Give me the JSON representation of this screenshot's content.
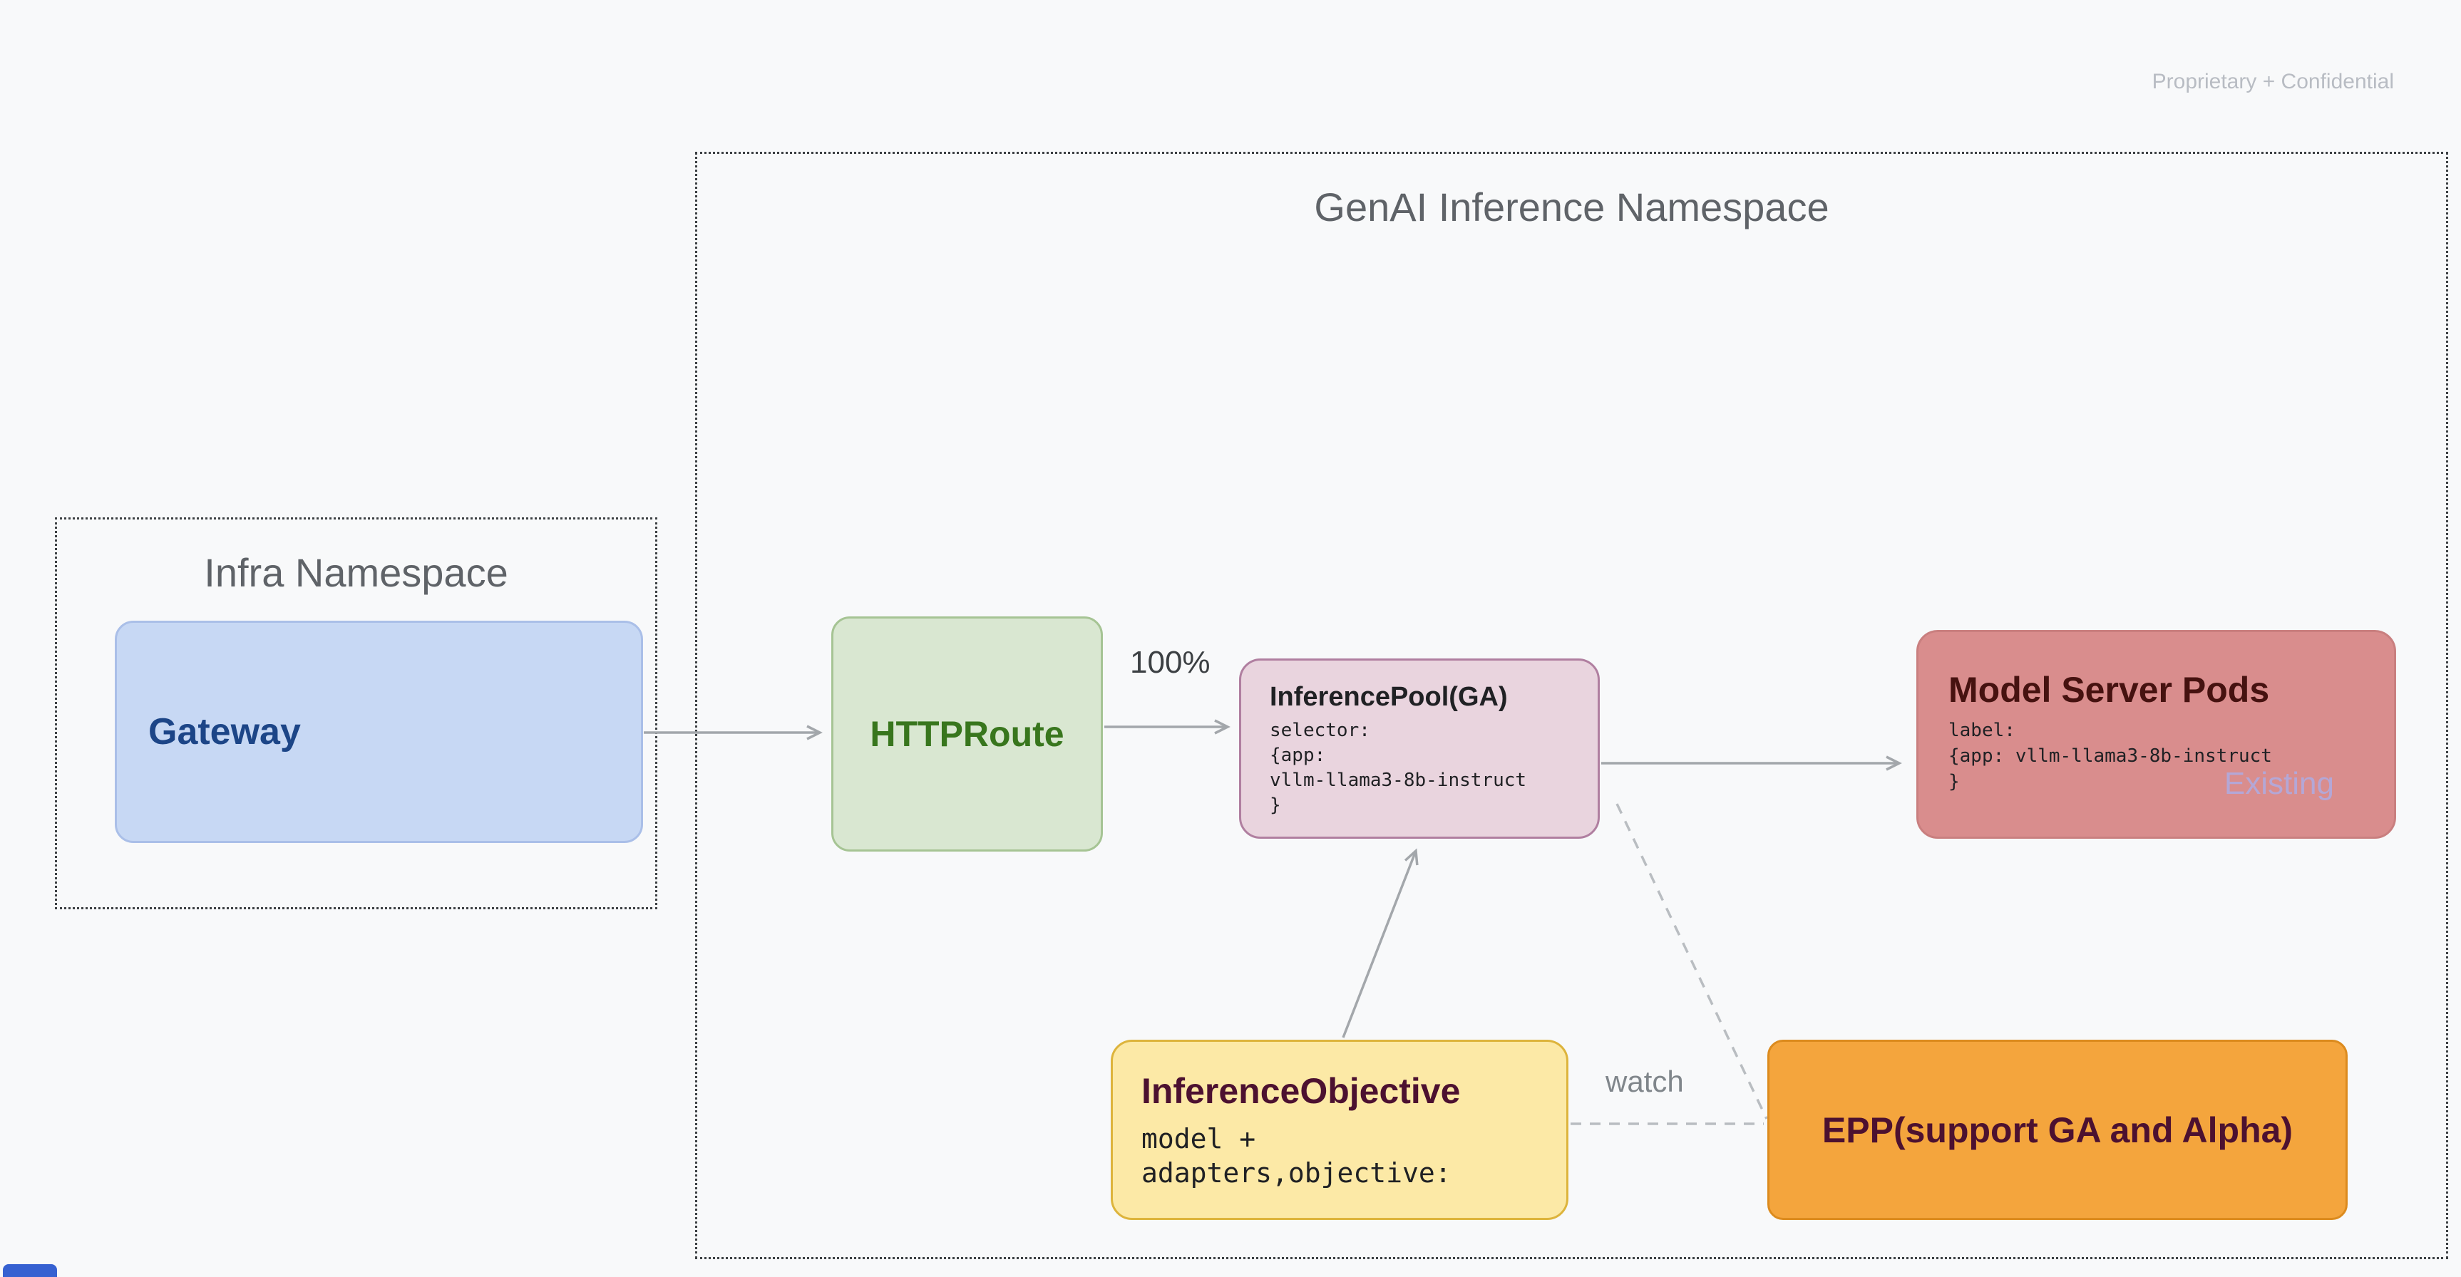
{
  "page": {
    "watermark": "Proprietary + Confidential"
  },
  "namespaces": {
    "infra": {
      "title": "Infra Namespace"
    },
    "genai": {
      "title": "GenAI Inference Namespace"
    }
  },
  "nodes": {
    "gateway": {
      "label": "Gateway",
      "fill": "#c7d8f4",
      "text_color": "#1c4587"
    },
    "httproute": {
      "label": "HTTPRoute",
      "fill": "#d9e7d1",
      "text_color": "#38761d"
    },
    "inference_pool": {
      "title": "InferencePool(GA)",
      "code": "selector:\n{app:\nvllm-llama3-8b-instruct\n}",
      "fill": "#e9d4de"
    },
    "model_server_pods": {
      "title": "Model Server Pods",
      "code": "label:\n{app: vllm-llama3-8b-instruct\n}",
      "badge": "Existing",
      "fill": "#d98d8d",
      "badge_color": "#b4a7d6"
    },
    "inference_objective": {
      "title": "InferenceObjective",
      "code": "model +\nadapters,objective:",
      "fill": "#fce9a6"
    },
    "epp": {
      "label": "EPP(support GA and Alpha)",
      "fill": "#f4a53d",
      "text_color": "#4c1130"
    }
  },
  "edges": {
    "httproute_to_pool": {
      "label": "100%"
    },
    "objective_to_epp": {
      "label": "watch"
    }
  }
}
